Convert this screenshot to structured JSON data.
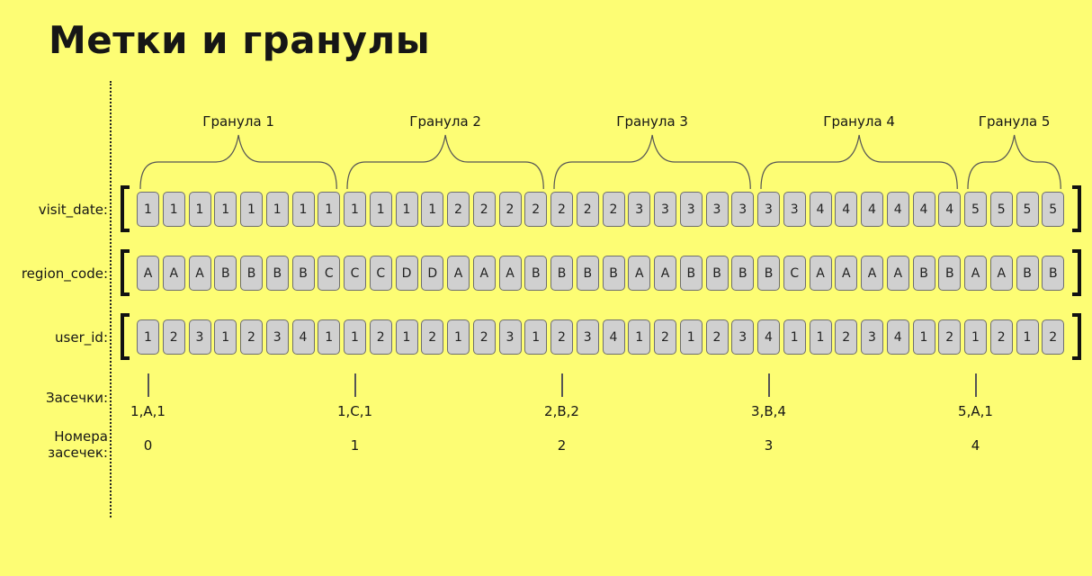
{
  "title": "Метки и гранулы",
  "granules": [
    {
      "label": "Гранула 1"
    },
    {
      "label": "Гранула 2"
    },
    {
      "label": "Гранула 3"
    },
    {
      "label": "Гранула 4"
    },
    {
      "label": "Гранула 5"
    }
  ],
  "rows": [
    {
      "label": "visit_date:",
      "values": [
        "1",
        "1",
        "1",
        "1",
        "1",
        "1",
        "1",
        "1",
        "1",
        "1",
        "1",
        "1",
        "2",
        "2",
        "2",
        "2",
        "2",
        "2",
        "2",
        "3",
        "3",
        "3",
        "3",
        "3",
        "3",
        "3",
        "4",
        "4",
        "4",
        "4",
        "4",
        "4",
        "5",
        "5",
        "5",
        "5"
      ]
    },
    {
      "label": "region_code:",
      "values": [
        "A",
        "A",
        "A",
        "B",
        "B",
        "B",
        "B",
        "C",
        "C",
        "C",
        "D",
        "D",
        "A",
        "A",
        "A",
        "B",
        "B",
        "B",
        "B",
        "A",
        "A",
        "B",
        "B",
        "B",
        "B",
        "C",
        "A",
        "A",
        "A",
        "A",
        "B",
        "B",
        "A",
        "A",
        "B",
        "B"
      ]
    },
    {
      "label": "user_id:",
      "values": [
        "1",
        "2",
        "3",
        "1",
        "2",
        "3",
        "4",
        "1",
        "1",
        "2",
        "1",
        "2",
        "1",
        "2",
        "3",
        "1",
        "2",
        "3",
        "4",
        "1",
        "2",
        "1",
        "2",
        "3",
        "4",
        "1",
        "1",
        "2",
        "3",
        "4",
        "1",
        "2",
        "1",
        "2",
        "1",
        "2"
      ]
    }
  ],
  "marks_label": "Засечки:",
  "mark_numbers_label_line1": "Номера",
  "mark_numbers_label_line2": "засечек:",
  "marks": [
    {
      "value": "1,A,1",
      "number": "0"
    },
    {
      "value": "1,C,1",
      "number": "1"
    },
    {
      "value": "2,B,2",
      "number": "2"
    },
    {
      "value": "3,B,4",
      "number": "3"
    },
    {
      "value": "5,A,1",
      "number": "4"
    }
  ],
  "colors": {
    "background": "#fdfd74",
    "cell": "#d0d0d0",
    "cell_border": "#6e6e6e",
    "text": "#161616"
  }
}
